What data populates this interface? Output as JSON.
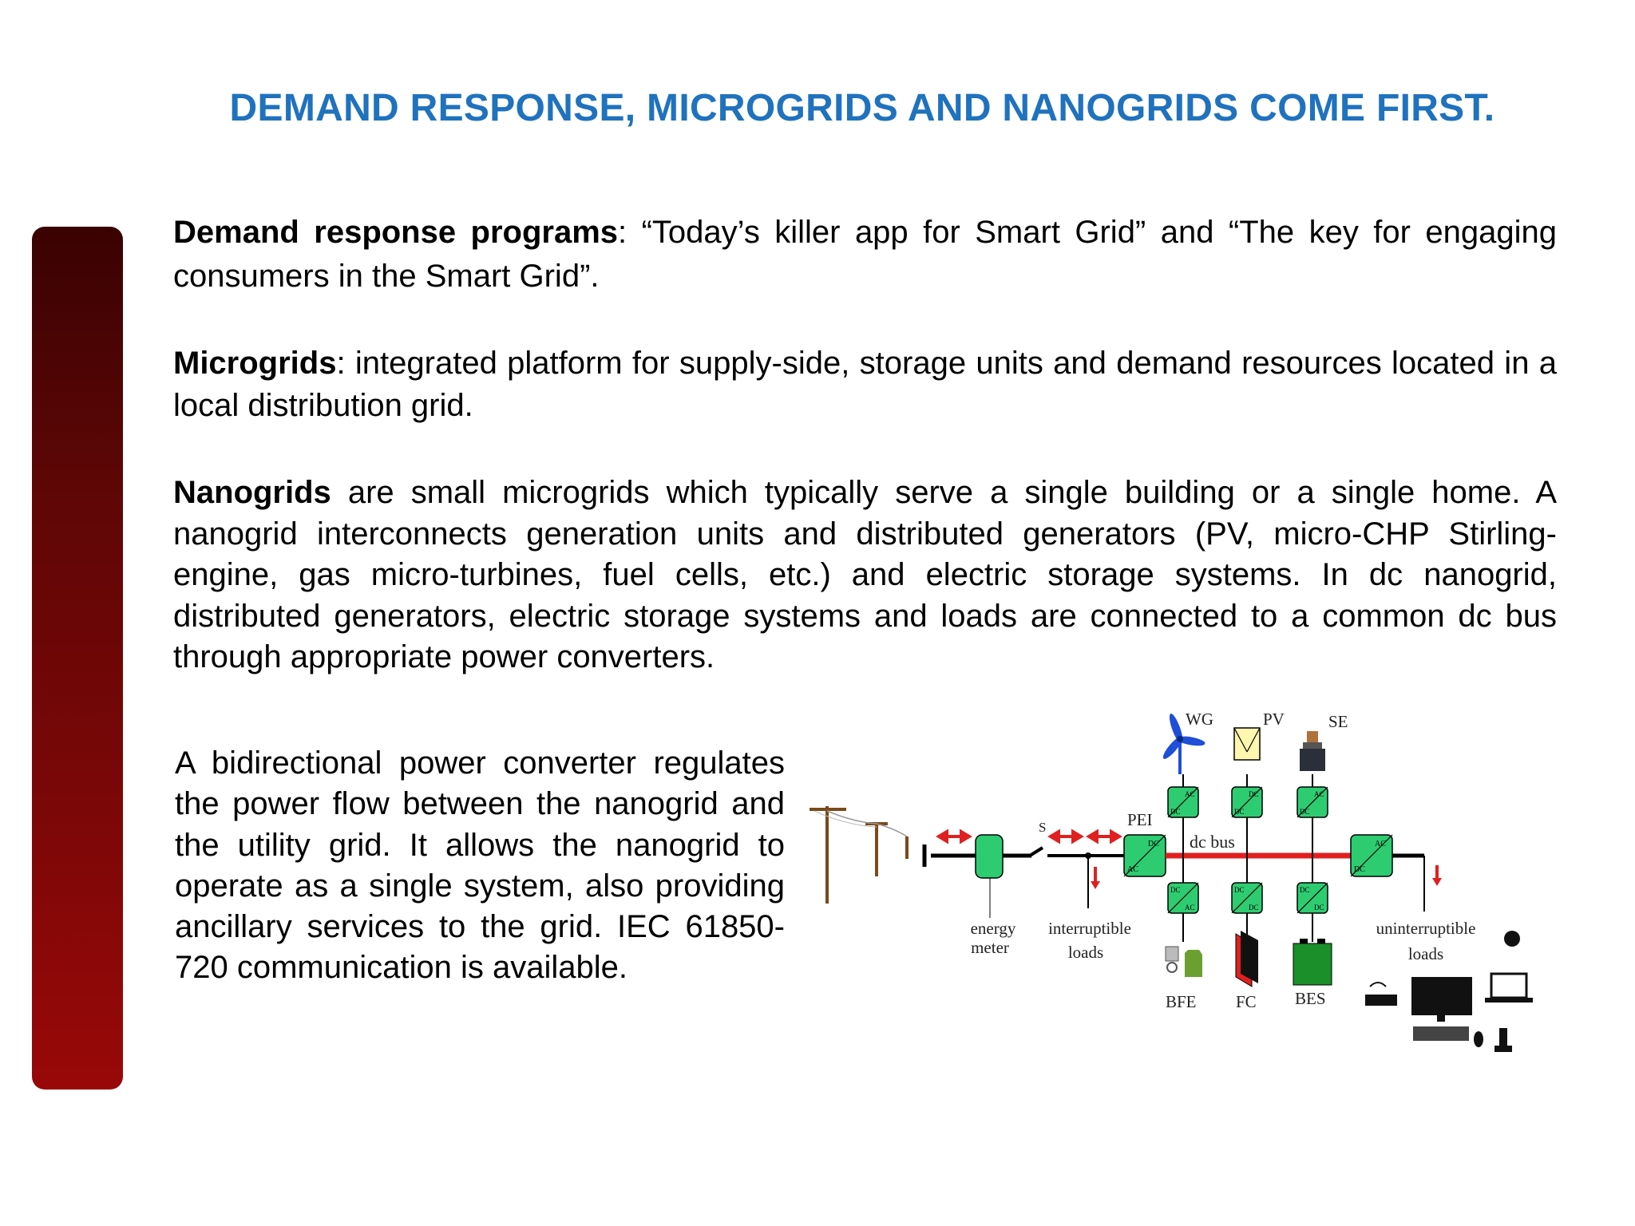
{
  "title": "DEMAND RESPONSE, MICROGRIDS AND NANOGRIDS COME FIRST.",
  "paragraphs": {
    "demand_response": {
      "term": "Demand response programs",
      "text": ": “Today’s killer app for Smart Grid” and “The key for engaging consumers in the Smart Grid”."
    },
    "microgrids": {
      "term": "Microgrids",
      "text": ": integrated platform for supply-side, storage units and demand resources located in a local distribution grid."
    },
    "nanogrids": {
      "term": "Nanogrids",
      "text": " are small microgrids which typically serve a single building or a single home. A nanogrid interconnects generation units and distributed generators (PV, micro-CHP Stirling-engine, gas micro-turbines, fuel cells, etc.) and electric storage systems. In dc nanogrid, distributed generators, electric storage systems and loads are connected to a common dc bus through appropriate power converters."
    },
    "converter": {
      "text": "A bidirectional power converter regulates the power flow between the nanogrid and the utility grid. It allows the nanogrid to operate as a single system, also providing ancillary services to the grid. IEC 61850-720 communication is available."
    }
  },
  "diagram": {
    "labels": {
      "wg": "WG",
      "pv": "PV",
      "se": "SE",
      "pei": "PEI",
      "s": "S",
      "dc_bus": "dc bus",
      "energy": "energy",
      "meter": "meter",
      "interruptible": "interruptible",
      "loads_1": "loads",
      "uninterruptible": "uninterruptible",
      "loads_2": "loads",
      "bfe": "BFE",
      "fc": "FC",
      "bes": "BES"
    },
    "converter_tags": {
      "ac": "AC",
      "dc": "DC"
    },
    "colors": {
      "converter_fill": "#2ecc71",
      "bus": "#e02020",
      "arrow": "#e02020",
      "battery": "#1a8f2a",
      "wind": "#1f4fd8",
      "pv_fill": "#fff6b0"
    }
  }
}
